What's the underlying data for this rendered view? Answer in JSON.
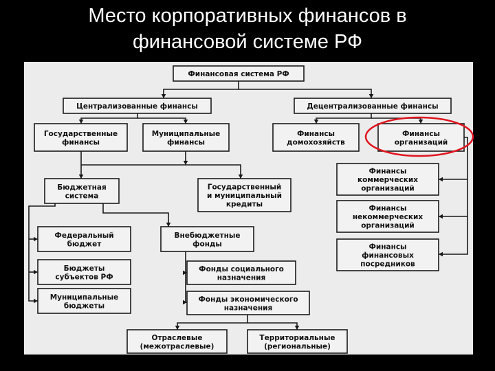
{
  "slide": {
    "title_line1": "Место корпоративных финансов в",
    "title_line2": "финансовой системе РФ"
  },
  "diagram": {
    "highlight_color": "#e0141e",
    "nodes": {
      "fin_system": [
        "Финансовая система РФ"
      ],
      "centralized": [
        "Централизованные финансы"
      ],
      "decentralized": [
        "Децентрализованные финансы"
      ],
      "state": [
        "Государственные",
        "финансы"
      ],
      "municipal": [
        "Муниципальные",
        "финансы"
      ],
      "households": [
        "Финансы",
        "домохозяйств"
      ],
      "organizations": [
        "Финансы",
        "организаций"
      ],
      "commercial": [
        "Финансы",
        "коммерческих",
        "организаций"
      ],
      "noncommercial": [
        "Финансы",
        "некоммерческих",
        "организаций"
      ],
      "intermediaries": [
        "Финансы",
        "финансовых",
        "посредников"
      ],
      "budget_system": [
        "Бюджетная",
        "система"
      ],
      "credit": [
        "Государственный",
        "и муниципальный",
        "кредиты"
      ],
      "federal": [
        "Федеральный",
        "бюджет"
      ],
      "extrabudget": [
        "Внебюджетные",
        "фонды"
      ],
      "regional_budgets": [
        "Бюджеты",
        "субъектов РФ"
      ],
      "social_funds": [
        "Фонды социального",
        "назначения"
      ],
      "municipal_budgets": [
        "Муниципальные",
        "бюджеты"
      ],
      "economic_funds": [
        "Фонды экономического",
        "назначения"
      ],
      "sectoral": [
        "Отраслевые",
        "(межотраслевые)"
      ],
      "territorial": [
        "Территориальные",
        "(региональные)"
      ]
    }
  }
}
